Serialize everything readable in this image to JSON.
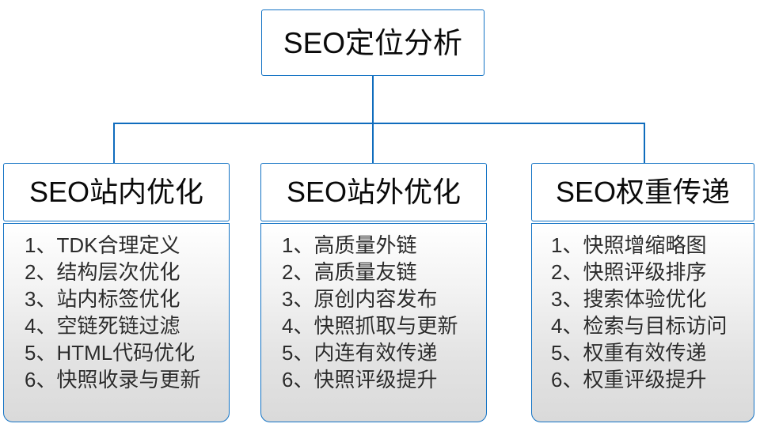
{
  "diagram": {
    "type": "org-chart",
    "accent_color": "#1272C4",
    "text_color": "#0A0A0A",
    "body_text_color": "#2B2B2B",
    "root": {
      "title": "SEO定位分析"
    },
    "branches": [
      {
        "title": "SEO站内优化",
        "items": [
          "1、TDK合理定义",
          "2、结构层次优化",
          "3、站内标签优化",
          "4、空链死链过滤",
          "5、HTML代码优化",
          "6、快照收录与更新"
        ]
      },
      {
        "title": "SEO站外优化",
        "items": [
          "1、高质量外链",
          "2、高质量友链",
          "3、原创内容发布",
          "4、快照抓取与更新",
          "5、内连有效传递",
          "6、快照评级提升"
        ]
      },
      {
        "title": "SEO权重传递",
        "items": [
          "1、快照增缩略图",
          "2、快照评级排序",
          "3、搜索体验优化",
          "4、检索与目标访问",
          "5、权重有效传递",
          "6、权重评级提升"
        ]
      }
    ]
  }
}
